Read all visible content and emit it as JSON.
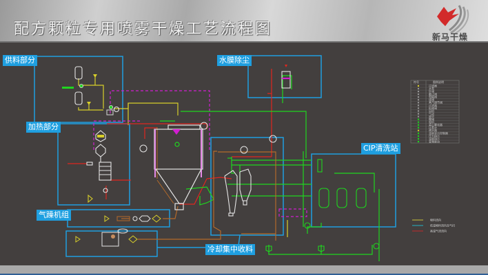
{
  "header": {
    "title": "配方颗粒专用喷雾干燥工艺流程图",
    "brand": "新马干燥"
  },
  "sections": {
    "feed": "供料部分",
    "heating": "加热部分",
    "air_dryer": "气躁机组",
    "cooling_collect": "冷却集中收料",
    "water_film_dust": "水膜除尘",
    "cip": "CIP清洗站"
  },
  "legend": {
    "headers": [
      "符号",
      "图例说明"
    ],
    "items": [
      "过滤器",
      "水泵",
      "针阀",
      "截止阀",
      "电磁阀",
      "球阀",
      "蒸汽调节阀",
      "过滤器",
      "料液阀",
      "风机",
      "气动",
      "放空",
      "蝶阀",
      "电机",
      "离心雾化器",
      "压差计",
      "疏水器",
      "温度显示控制器",
      "压力指示",
      "温度指示",
      "变频驱动"
    ],
    "flows": [
      {
        "label": "物料流向",
        "color": "#c9c23a"
      },
      {
        "label": "低温物料流向及气扫",
        "color": "#23b3c4"
      },
      {
        "label": "高温气流流向",
        "color": "#c0282a"
      }
    ]
  },
  "colors": {
    "section_border": "#1f9fe0",
    "material_line": "#d8cf2a",
    "steam_line": "#e0261f",
    "water_line": "#1fd61f",
    "dashed_line": "#d21fd2",
    "cooling_line": "#b46a2a",
    "equipment": "#e6e6e6"
  }
}
